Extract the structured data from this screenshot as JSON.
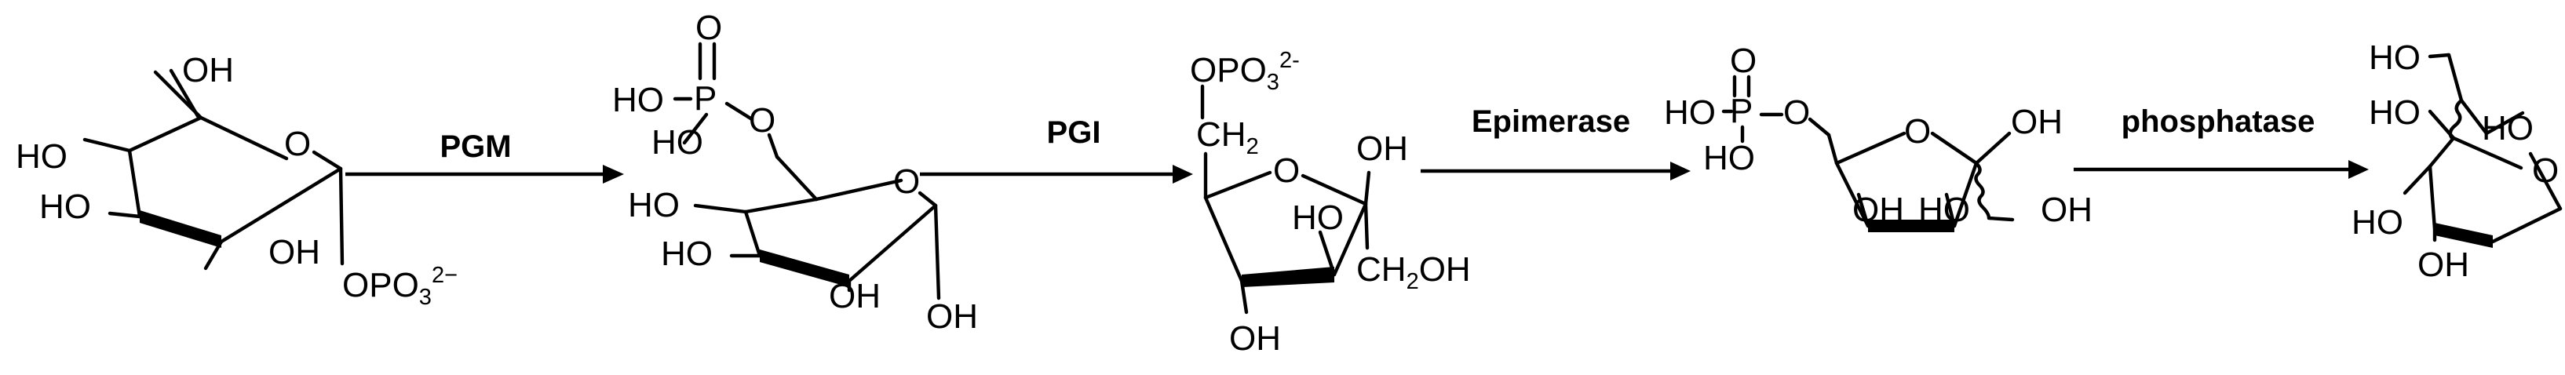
{
  "enzymes": [
    "PGM",
    "PGI",
    "Epimerase",
    "phosphatase"
  ],
  "labels": {
    "oh": "OH",
    "ho": "HO",
    "o": "O",
    "p": "P",
    "ho_p_ring": "HO",
    "opo3": "OPO",
    "sub3": "3",
    "charge": "2−",
    "charge_dash": "2-",
    "ch": "CH",
    "sub2": "2",
    "ch2oh_c": "CH",
    "ch2oh_oh": "OH"
  }
}
